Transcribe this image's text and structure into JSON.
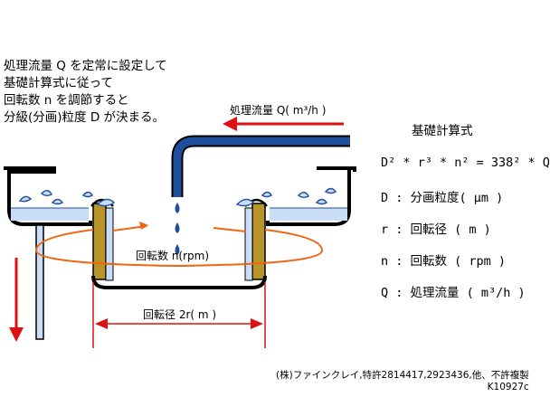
{
  "intro": [
    "処理流量 Q を定常に設定して",
    "基礎計算式に従って",
    "回転数 n を調節すると",
    "分級(分画)粒度 D が決まる。"
  ],
  "diagram": {
    "flow_label": "処理流量 Q( m³/h )",
    "rotation_label": "回転数 n(rpm)",
    "radius_label": "回転径 2r( m )"
  },
  "formula": {
    "title": "基礎計算式",
    "equation": "D² * r³ * n² = 338² * Q",
    "legend": [
      "D : 分画粒度( μm )",
      "r : 回転径 ( m )",
      "n : 回転数 ( rpm )",
      "Q : 処理流量 ( m³/h )"
    ]
  },
  "credit": {
    "line1": "(株)ファインクレイ,特許2814417,2923436,他、不許複製",
    "line2": "K10927c"
  },
  "colors": {
    "arrow_red": "#dd1111",
    "pipe_blue": "#1f4e9c",
    "water_light": "#c9ddf7",
    "wall_brown": "#b8952b",
    "orbit_orange": "#ee6611"
  }
}
